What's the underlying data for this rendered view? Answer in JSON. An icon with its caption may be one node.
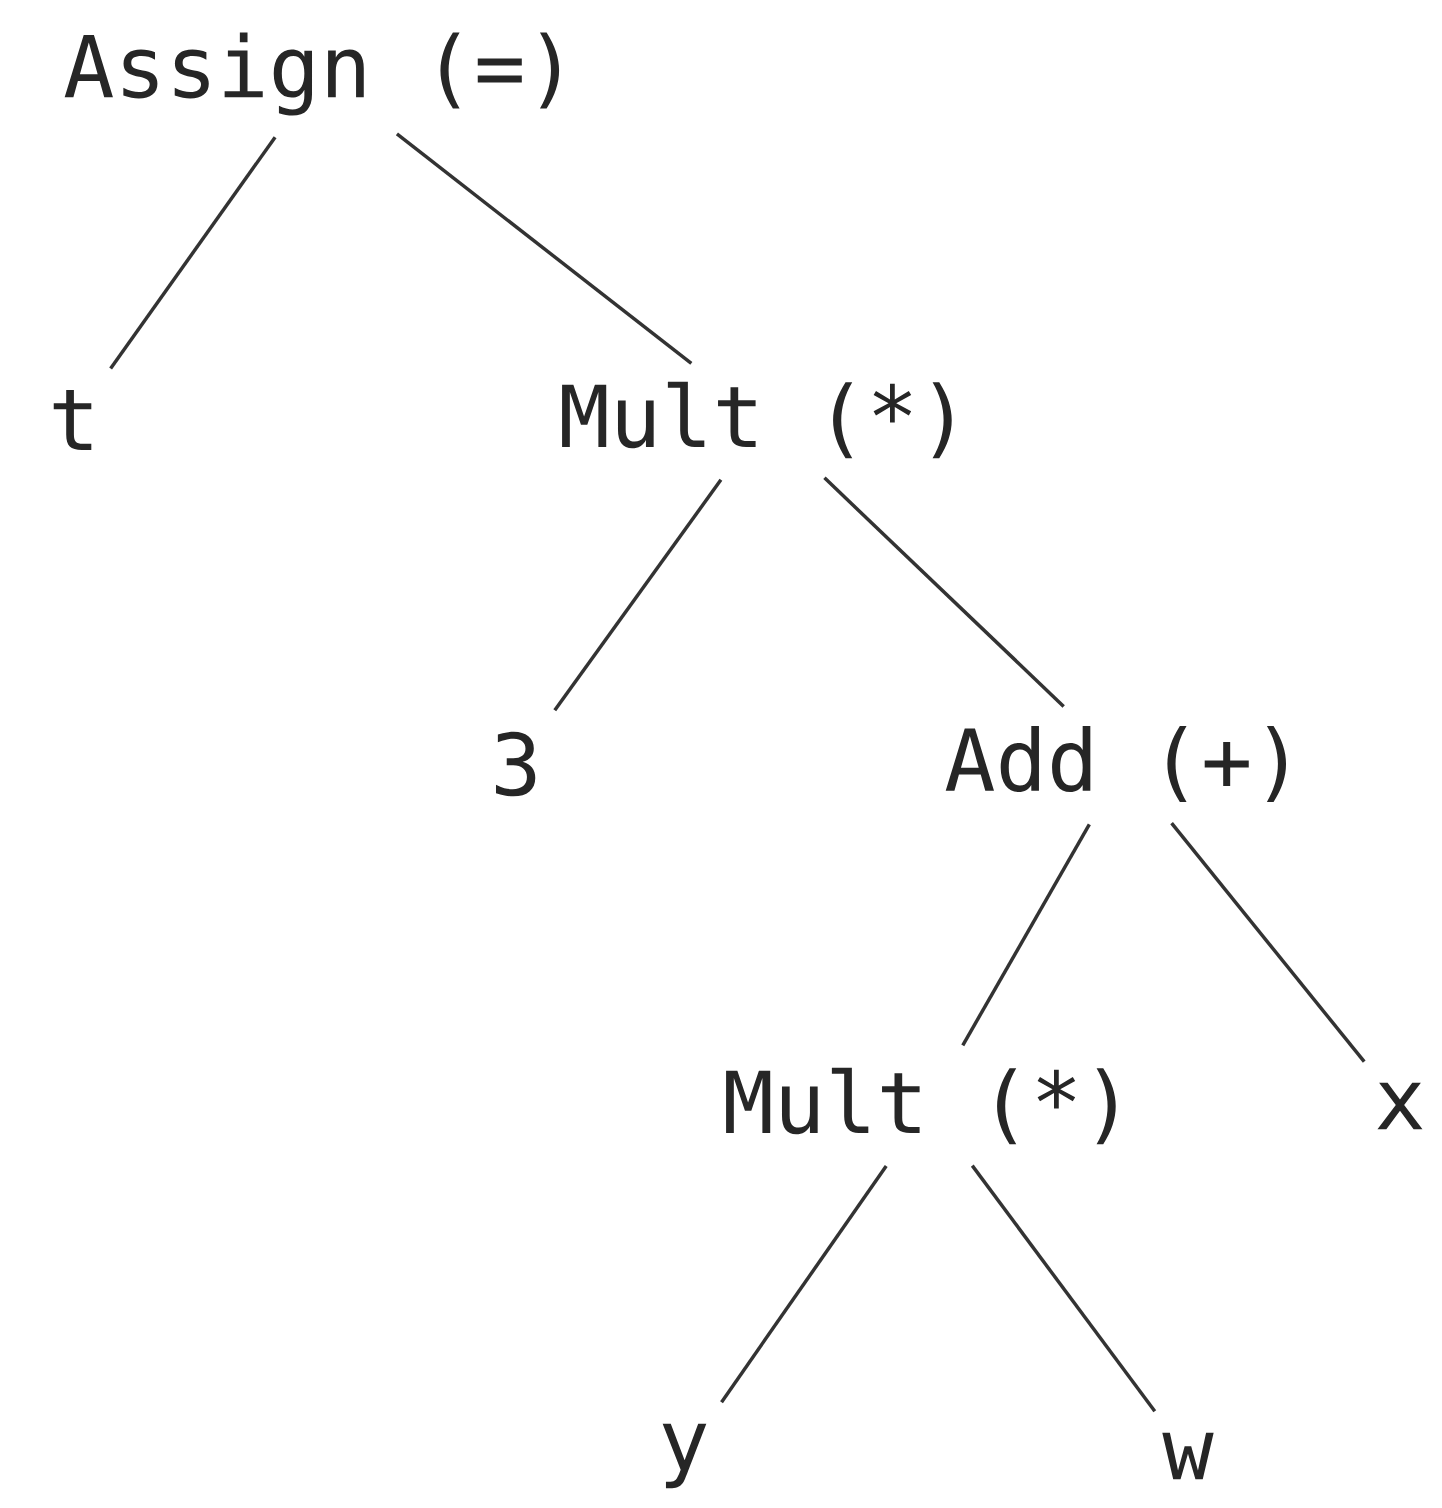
{
  "diagram": {
    "nodes": [
      {
        "text": [
          "Assign (=)"
        ]
      },
      {
        "text": [
          "t"
        ]
      },
      {
        "text": [
          "Mult (*)"
        ]
      },
      {
        "text": [
          "3"
        ]
      },
      {
        "text": [
          "Add (+)"
        ]
      },
      {
        "text": [
          "Mult (*)"
        ]
      },
      {
        "text": [
          "x"
        ]
      },
      {
        "text": [
          "y"
        ]
      },
      {
        "text": [
          "w"
        ]
      }
    ],
    "edges": [
      {
        "from": 0,
        "to": 1,
        "arrow": "none"
      },
      {
        "from": 0,
        "to": 2,
        "arrow": "none"
      },
      {
        "from": 2,
        "to": 3,
        "arrow": "none"
      },
      {
        "from": 2,
        "to": 4,
        "arrow": "none"
      },
      {
        "from": 4,
        "to": 5,
        "arrow": "none"
      },
      {
        "from": 4,
        "to": 6,
        "arrow": "none"
      },
      {
        "from": 5,
        "to": 7,
        "arrow": "none"
      },
      {
        "from": 5,
        "to": 8,
        "arrow": "none"
      }
    ]
  }
}
